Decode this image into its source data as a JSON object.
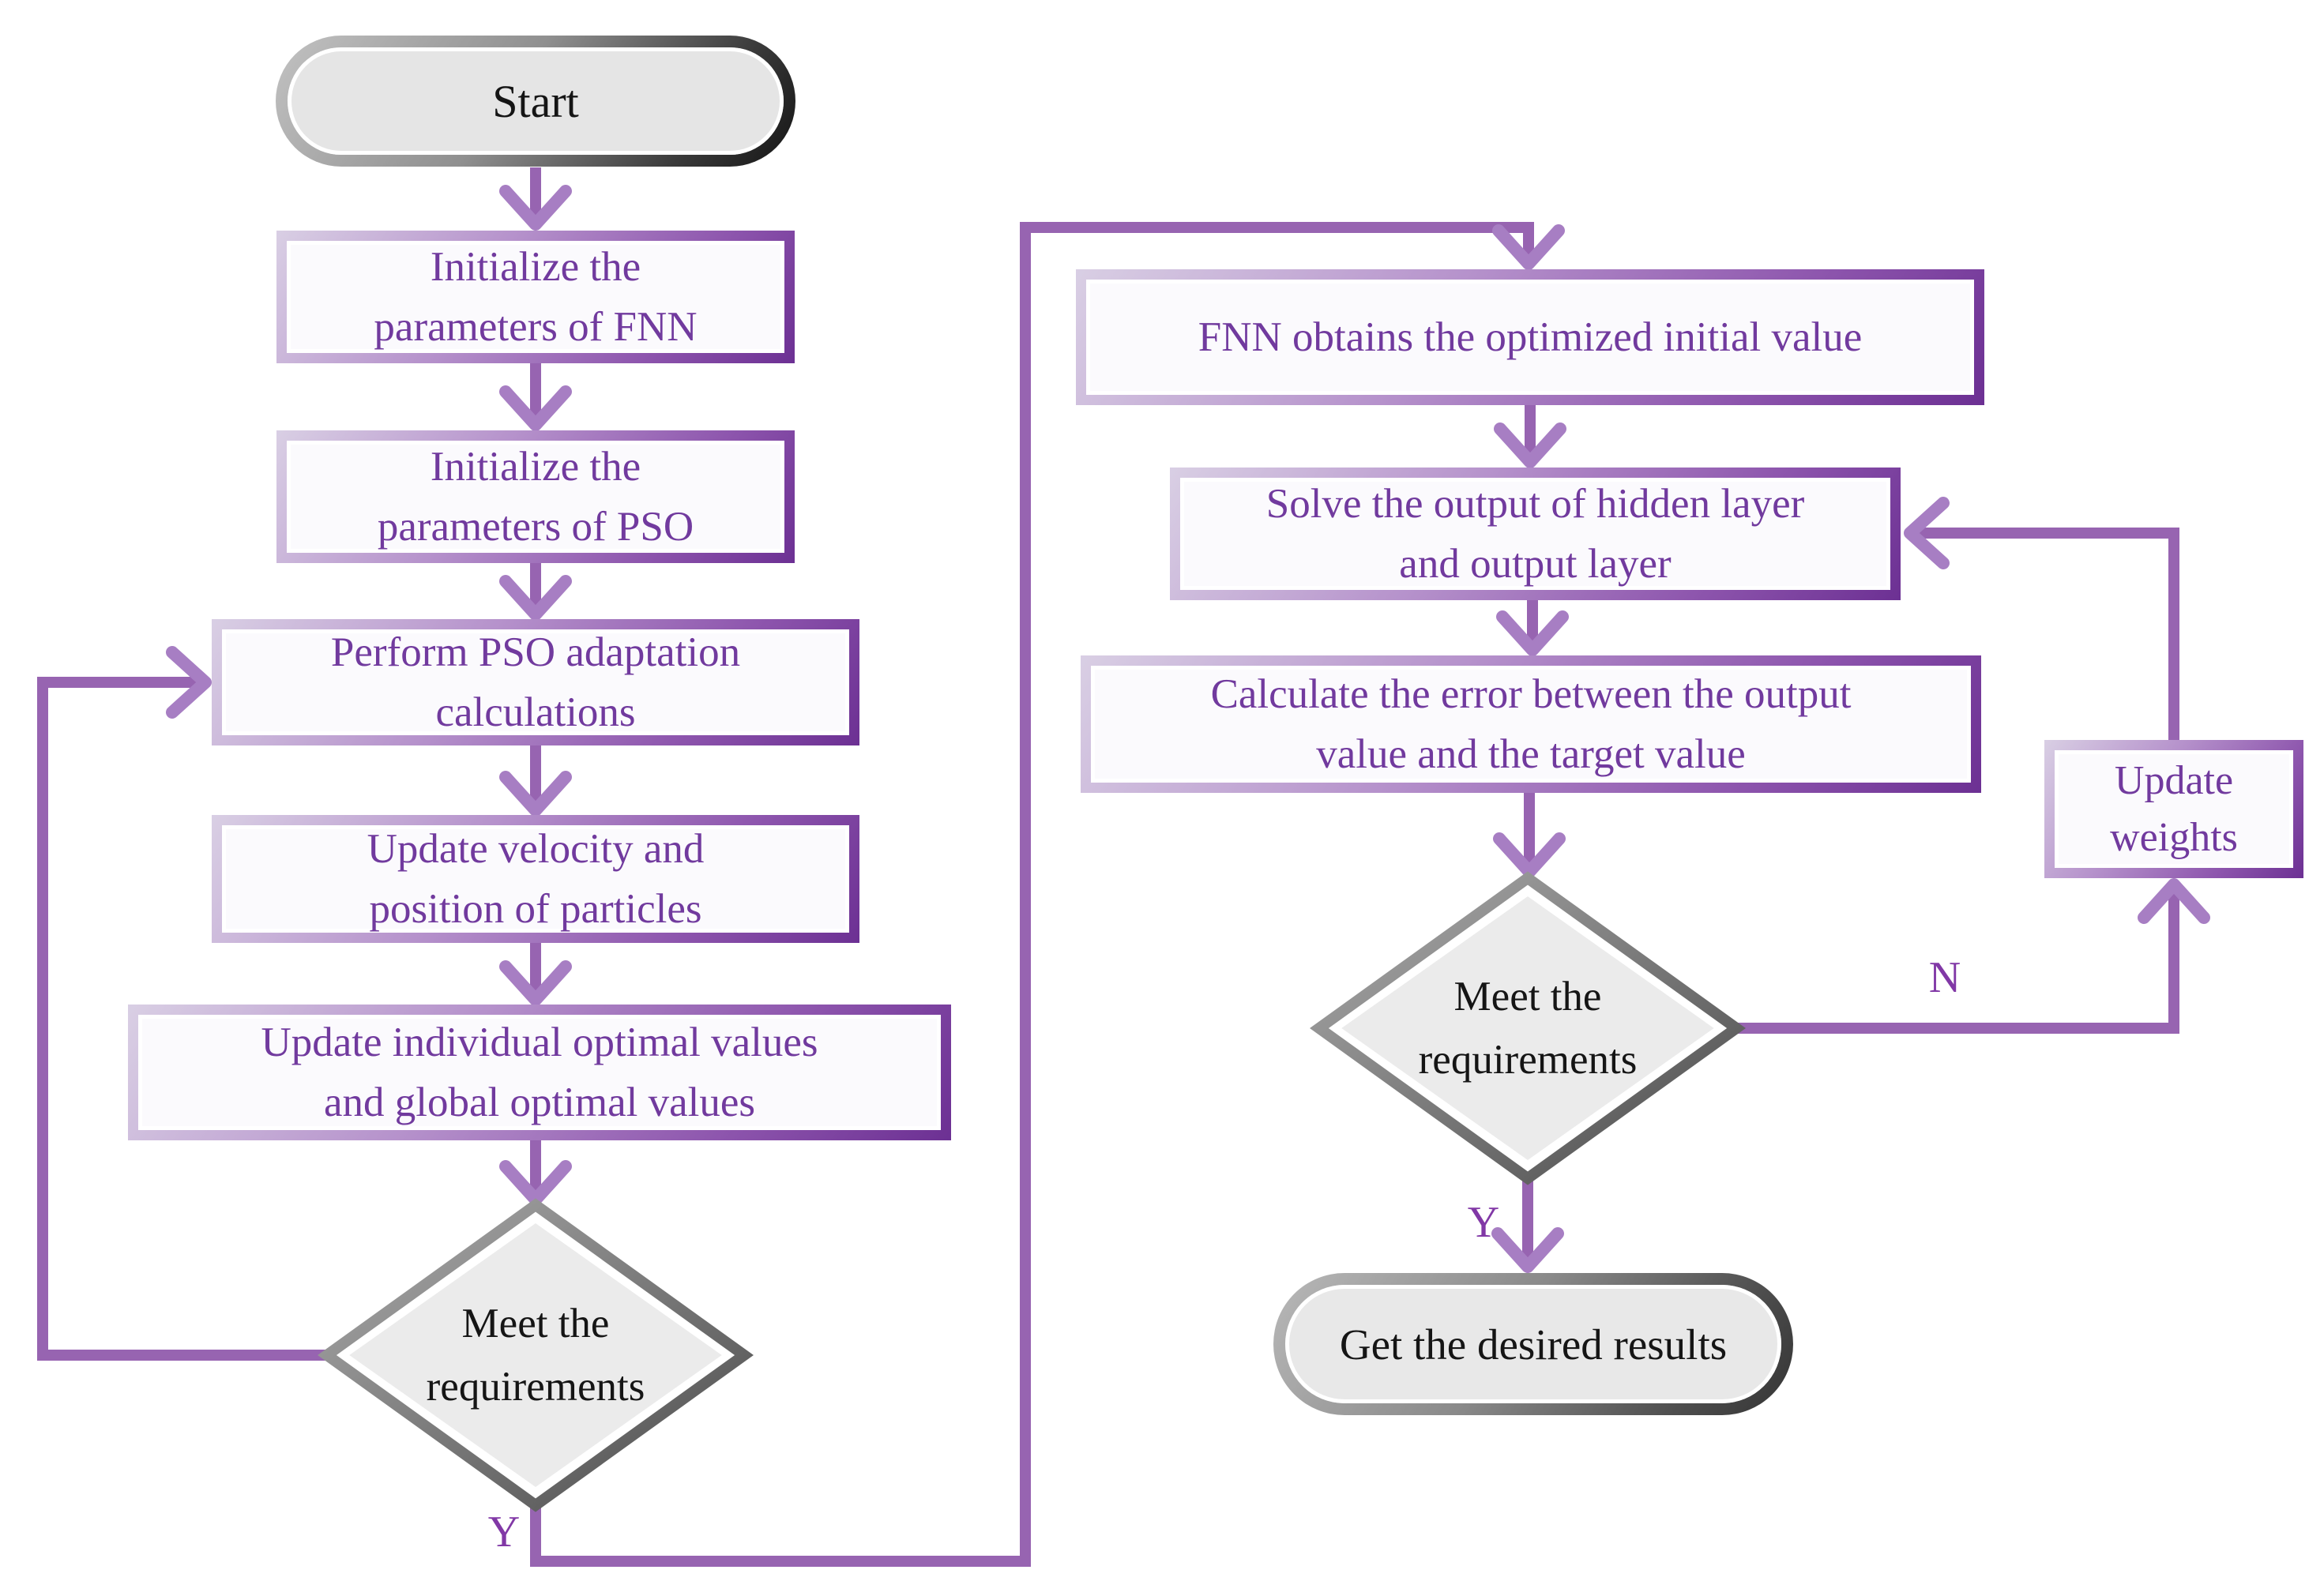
{
  "figure": {
    "type": "flowchart",
    "description": "PSO optimized FNN training flowchart",
    "background": "#ffffff"
  },
  "colors": {
    "connector": "#9764b1",
    "arrowhead": "#a77ec3",
    "process_border_light": "#d9cfe4",
    "process_border_dark": "#6c3093",
    "process_fill": "#fbfafd",
    "process_text": "#713a9e",
    "terminal_fill": "#e5e5e5",
    "terminal_border_light": "#c2c2c2",
    "terminal_border_dark": "#141414",
    "decision_fill": "#ebebeb",
    "decision_border_light": "#adadad",
    "decision_border_dark": "#4a4a4a",
    "decision_text": "#151515",
    "branch_label": "#8138a6"
  },
  "nodes": {
    "start": {
      "shape": "terminator",
      "label": "Start"
    },
    "init_fnn": {
      "shape": "process",
      "lines": [
        "Initialize the",
        "parameters of FNN"
      ]
    },
    "init_pso": {
      "shape": "process",
      "lines": [
        "Initialize the",
        "parameters of PSO"
      ]
    },
    "pso_adaptation": {
      "shape": "process",
      "lines": [
        "Perform PSO adaptation",
        "calculations"
      ]
    },
    "update_velocity": {
      "shape": "process",
      "lines": [
        "Update velocity and",
        "position of particles"
      ]
    },
    "update_optimal": {
      "shape": "process",
      "lines": [
        "Update individual optimal values",
        "and global optimal values"
      ]
    },
    "pso_decision": {
      "shape": "decision",
      "lines": [
        "Meet the",
        "requirements"
      ]
    },
    "fnn_initial_value": {
      "shape": "process",
      "lines": [
        "FNN obtains the optimized initial value"
      ]
    },
    "solve_output": {
      "shape": "process",
      "lines": [
        "Solve the output of hidden layer",
        "and output layer"
      ]
    },
    "calc_error": {
      "shape": "process",
      "lines": [
        "Calculate the error between the output",
        "value and the target value"
      ]
    },
    "fnn_decision": {
      "shape": "decision",
      "lines": [
        "Meet the",
        "requirements"
      ]
    },
    "update_weights": {
      "shape": "process",
      "lines": [
        "Update",
        "weights"
      ]
    },
    "end": {
      "shape": "terminator",
      "label": "Get the desired results"
    }
  },
  "branch_labels": {
    "pso_yes": "Y",
    "fnn_yes": "Y",
    "fnn_no": "N"
  }
}
